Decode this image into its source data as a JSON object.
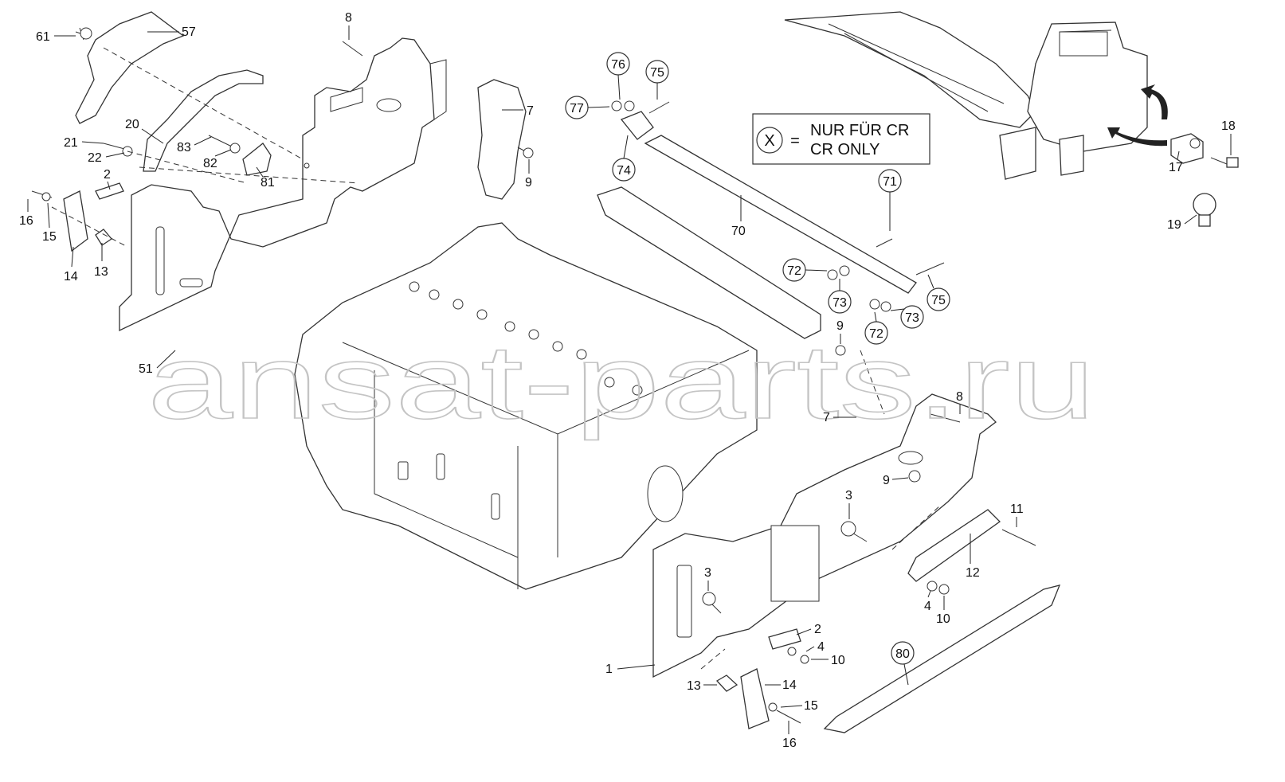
{
  "watermark": "ansat-parts.ru",
  "legend": {
    "symbol": "X",
    "equals": "=",
    "line1": "NUR FÜR CR",
    "line2": "CR ONLY"
  },
  "callouts": {
    "c61": "61",
    "c57": "57",
    "c8a": "8",
    "c7a": "7",
    "c9a": "9",
    "c20": "20",
    "c21": "21",
    "c22": "22",
    "c83": "83",
    "c82": "82",
    "c81": "81",
    "c2a": "2",
    "c16a": "16",
    "c15a": "15",
    "c14a": "14",
    "c13a": "13",
    "c51": "51",
    "c76": "76",
    "c75a": "75",
    "c77": "77",
    "c74": "74",
    "c70": "70",
    "c71": "71",
    "c72a": "72",
    "c73a": "73",
    "c72b": "72",
    "c73b": "73",
    "c75b": "75",
    "c9b": "9",
    "c7b": "7",
    "c8b": "8",
    "c9c": "9",
    "c3a": "3",
    "c11": "11",
    "c12": "12",
    "c4a": "4",
    "c10a": "10",
    "c3b": "3",
    "c2b": "2",
    "c4b": "4",
    "c10b": "10",
    "c1": "1",
    "c13b": "13",
    "c14b": "14",
    "c15b": "15",
    "c16b": "16",
    "c80": "80",
    "c18": "18",
    "c17": "17",
    "c19": "19"
  }
}
